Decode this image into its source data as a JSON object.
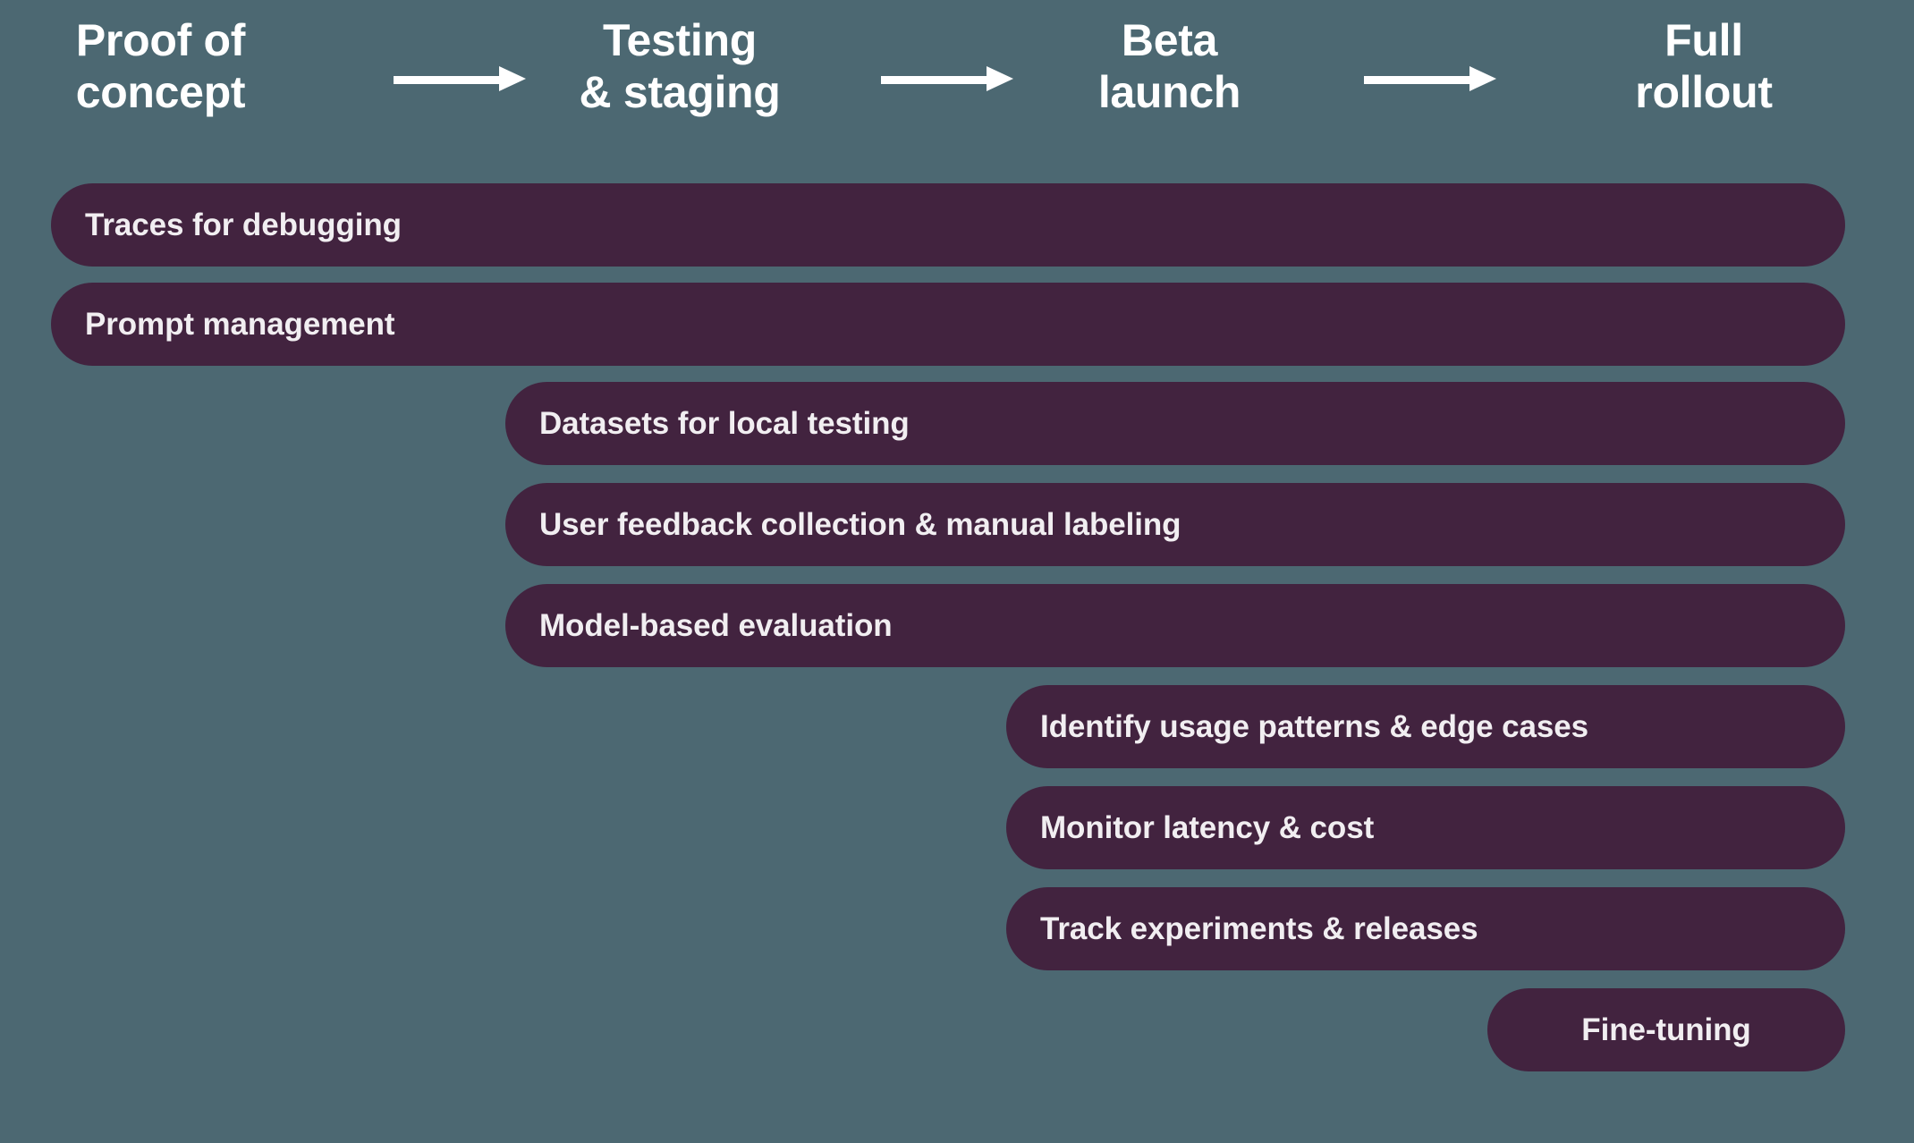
{
  "diagram": {
    "title": "LLM application lifecycle stages and tooling needs",
    "background_color": "#4c6872",
    "bar_color": "#42233f",
    "bar_text_color": "#f1eef1",
    "header_text_color": "#ffffff"
  },
  "stages": [
    {
      "id": "proof-of-concept",
      "label": "Proof of\nconcept"
    },
    {
      "id": "testing-and-staging",
      "label": "Testing\n& staging"
    },
    {
      "id": "beta-launch",
      "label": "Beta\nlaunch"
    },
    {
      "id": "full-rollout",
      "label": "Full\nrollout"
    }
  ],
  "arrows": [
    {
      "id": "arrow-1",
      "from": "proof-of-concept",
      "to": "testing-and-staging"
    },
    {
      "id": "arrow-2",
      "from": "testing-and-staging",
      "to": "beta-launch"
    },
    {
      "id": "arrow-3",
      "from": "beta-launch",
      "to": "full-rollout"
    }
  ],
  "capabilities": [
    {
      "id": "traces-for-debugging",
      "label": "Traces for debugging",
      "starts_at_stage": "proof-of-concept"
    },
    {
      "id": "prompt-management",
      "label": "Prompt management",
      "starts_at_stage": "proof-of-concept"
    },
    {
      "id": "datasets-for-local-testing",
      "label": "Datasets for local testing",
      "starts_at_stage": "testing-and-staging"
    },
    {
      "id": "user-feedback-collection",
      "label": "User feedback collection & manual labeling",
      "starts_at_stage": "testing-and-staging"
    },
    {
      "id": "model-based-evaluation",
      "label": "Model-based evaluation",
      "starts_at_stage": "testing-and-staging"
    },
    {
      "id": "identify-usage-patterns",
      "label": "Identify usage patterns & edge cases",
      "starts_at_stage": "beta-launch"
    },
    {
      "id": "monitor-latency-and-cost",
      "label": "Monitor latency & cost",
      "starts_at_stage": "beta-launch"
    },
    {
      "id": "track-experiments-releases",
      "label": "Track experiments & releases",
      "starts_at_stage": "beta-launch"
    },
    {
      "id": "fine-tuning",
      "label": "Fine-tuning",
      "starts_at_stage": "full-rollout"
    }
  ]
}
